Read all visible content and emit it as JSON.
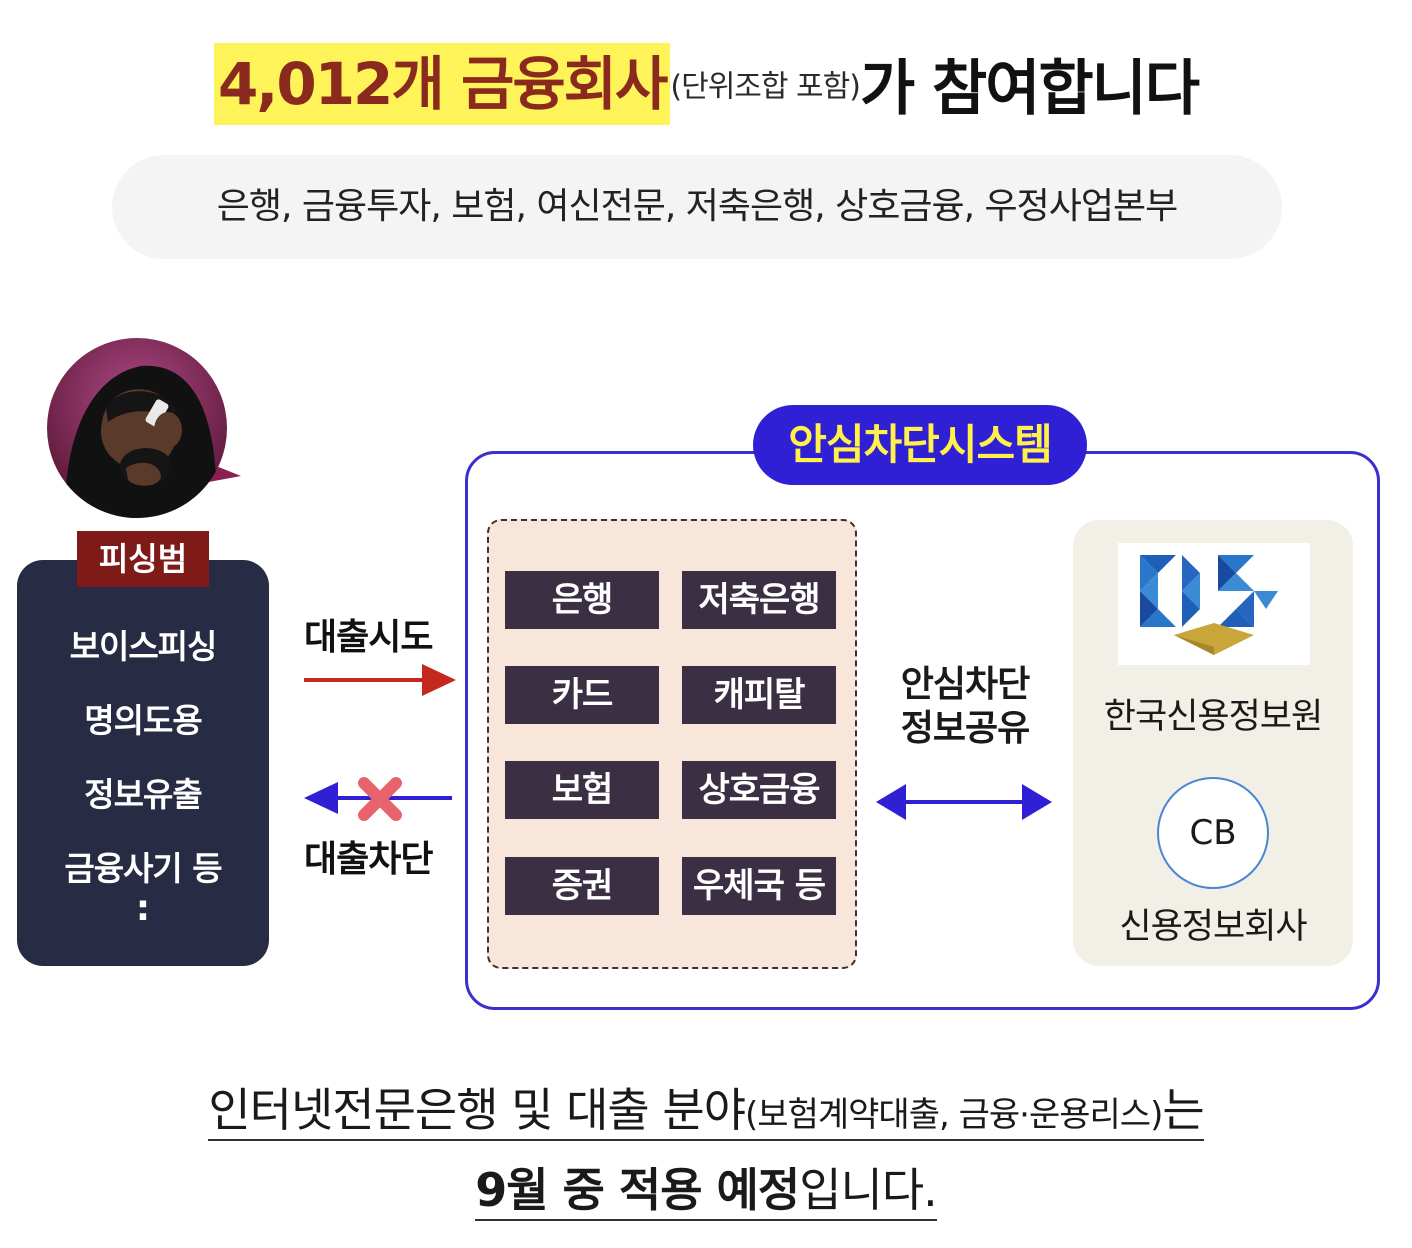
{
  "header": {
    "highlight": "4,012개 금융회사",
    "sub": "(단위조합 포함)",
    "rest": "가 참여합니다"
  },
  "participants": "은행, 금융투자, 보험, 여신전문, 저축은행, 상호금융, 우정사업본부",
  "phisher": {
    "badge": "피싱범",
    "items": [
      "보이스피싱",
      "명의도용",
      "정보유출",
      "금융사기 등"
    ],
    "more": ":"
  },
  "actions": {
    "attempt": "대출시도",
    "block": "대출차단"
  },
  "system": {
    "title": "안심차단시스템",
    "institutions": [
      "은행",
      "저축은행",
      "카드",
      "캐피탈",
      "보험",
      "상호금융",
      "증권",
      "우체국 등"
    ],
    "share_line1": "안심차단",
    "share_line2": "정보공유",
    "kcis_name": "한국신용정보원",
    "cb_badge": "CB",
    "cb_name": "신용정보회사"
  },
  "footer": {
    "line1_main": "인터넷전문은행 및 대출 분야",
    "line1_paren": "(보험계약대출, 금융·운용리스)",
    "line1_end": "는",
    "line2_bold": "9월 중 적용 예정",
    "line2_end": "입니다."
  },
  "colors": {
    "highlight": "#fff35a",
    "highlight_text": "#8a2a1f",
    "system_blue": "#2f20d6",
    "system_title_text": "#fff04a",
    "attempt_arrow": "#c4281f",
    "block_arrow": "#2f20d6",
    "block_x": "#e8636b",
    "institution_box": "#3a2f43",
    "phisher_box": "#272b44",
    "phisher_badge": "#7e1a17"
  },
  "icons": [
    "phisher-avatar-icon",
    "red-x-icon",
    "kcis-logo-icon"
  ]
}
